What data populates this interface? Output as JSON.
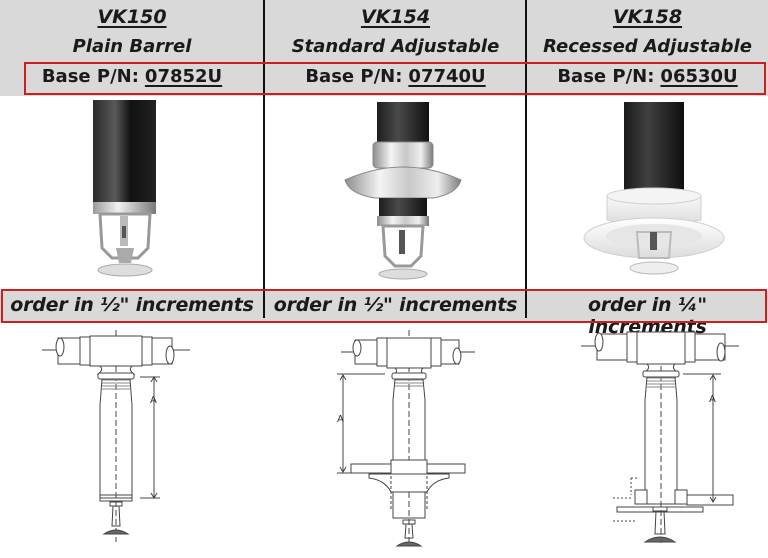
{
  "colors": {
    "header_background": "#d9d9d9",
    "highlight_box": "#cc1f1f",
    "divider": "#111111"
  },
  "columns": [
    {
      "model": "VK150",
      "description": "Plain Barrel",
      "part_number_label": "Base P/N:",
      "part_number": "07852U",
      "order_note": "order in ½\" increments",
      "diagram_dimension_label": "A"
    },
    {
      "model": "VK154",
      "description": "Standard Adjustable",
      "part_number_label": "Base P/N:",
      "part_number": "07740U",
      "order_note": "order in ½\" increments",
      "diagram_dimension_label": "A"
    },
    {
      "model": "VK158",
      "description": "Recessed Adjustable",
      "part_number_label": "Base P/N:",
      "part_number": "06530U",
      "order_note": "order in ¼\" increments",
      "diagram_dimension_label": "A"
    }
  ]
}
